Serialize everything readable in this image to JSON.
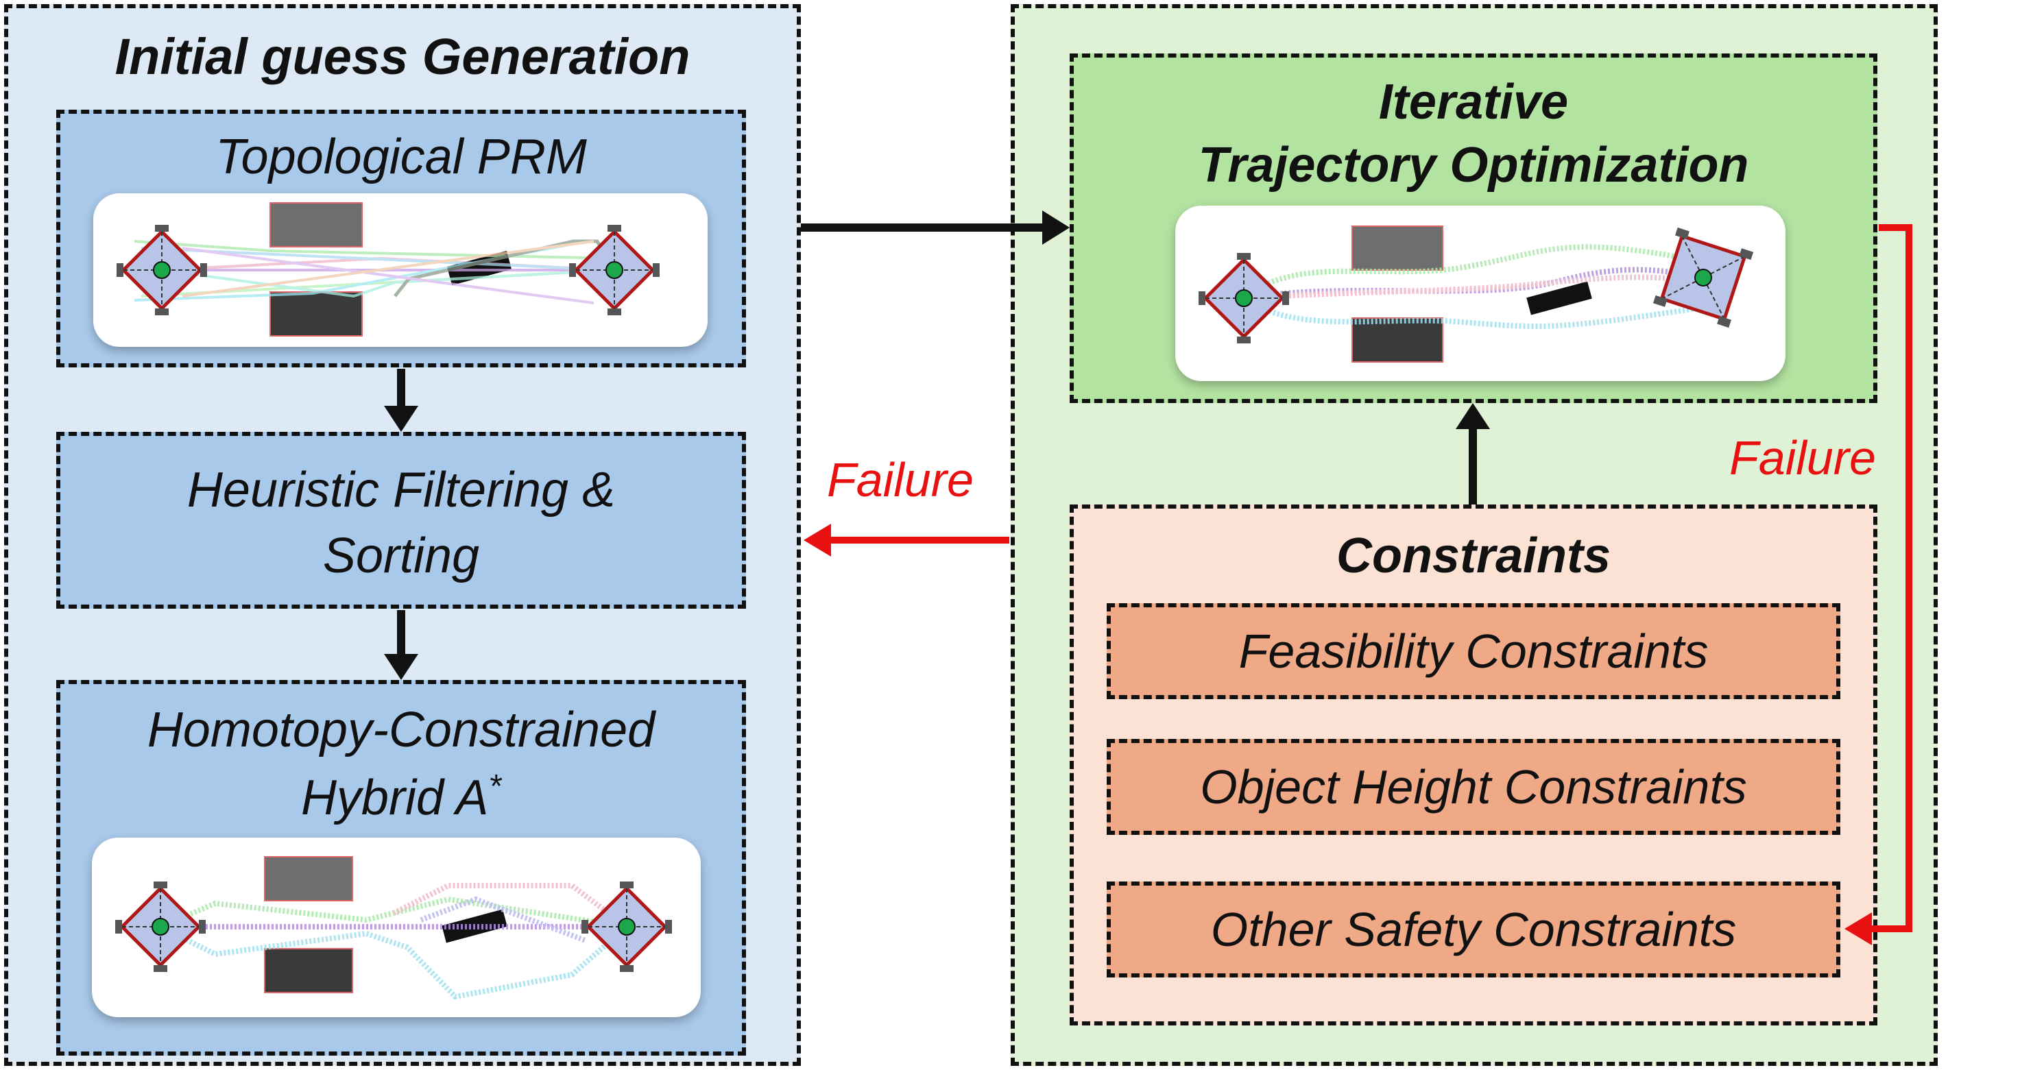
{
  "left_panel": {
    "title": "Initial guess Generation",
    "topological_prm": {
      "label": "Topological PRM"
    },
    "heuristic": {
      "line1": "Heuristic Filtering &",
      "line2": "Sorting"
    },
    "homotopy": {
      "line1": "Homotopy-Constrained",
      "line2": "Hybrid A",
      "superscript": "*"
    }
  },
  "right_panel": {
    "optimization": {
      "line1": "Iterative",
      "line2": "Trajectory Optimization"
    },
    "constraints": {
      "title": "Constraints",
      "items": [
        {
          "label": "Feasibility Constraints"
        },
        {
          "label": "Object Height Constraints"
        },
        {
          "label": "Other Safety Constraints"
        }
      ]
    }
  },
  "arrows": {
    "failure_left": "Failure",
    "failure_right": "Failure"
  },
  "colors": {
    "left_panel_bg": "#dde9f5",
    "left_box_bg": "#a9c9ea",
    "right_panel_bg": "#dff2d6",
    "optimization_bg": "#b3e3a1",
    "constraints_bg": "#fbe2d4",
    "constraint_item_bg": "#efa987",
    "failure_red": "#e81010",
    "robot_frame": "#b01818",
    "robot_fill": "#b8c4e8",
    "robot_center": "#1aa84a",
    "obstacle_dark": "#3a3a3a",
    "obstacle_gray": "#6e6e6e"
  }
}
